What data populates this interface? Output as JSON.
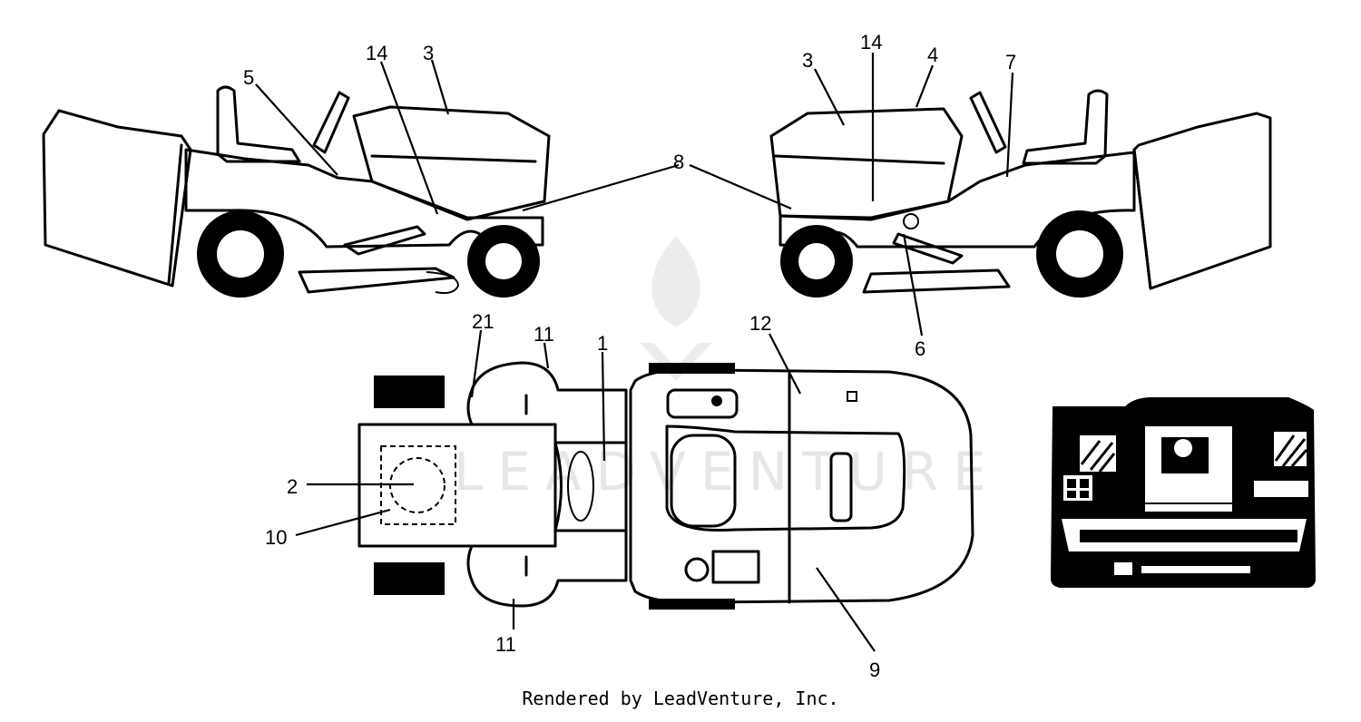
{
  "watermark": "LEADVENTURE",
  "footer": "Rendered by LeadVenture, Inc.",
  "callouts": {
    "left_view": {
      "c5": "5",
      "c14": "14",
      "c3": "3"
    },
    "right_view": {
      "c3": "3",
      "c14": "14",
      "c4": "4",
      "c7": "7",
      "c6": "6"
    },
    "shared": {
      "c8": "8"
    },
    "top_view": {
      "c21": "21",
      "c11a": "11",
      "c1": "1",
      "c12": "12",
      "c2": "2",
      "c10": "10",
      "c11b": "11",
      "c9": "9"
    }
  },
  "colors": {
    "line": "#000000",
    "watermark": "#e6e6e6",
    "panel": "#000000"
  }
}
